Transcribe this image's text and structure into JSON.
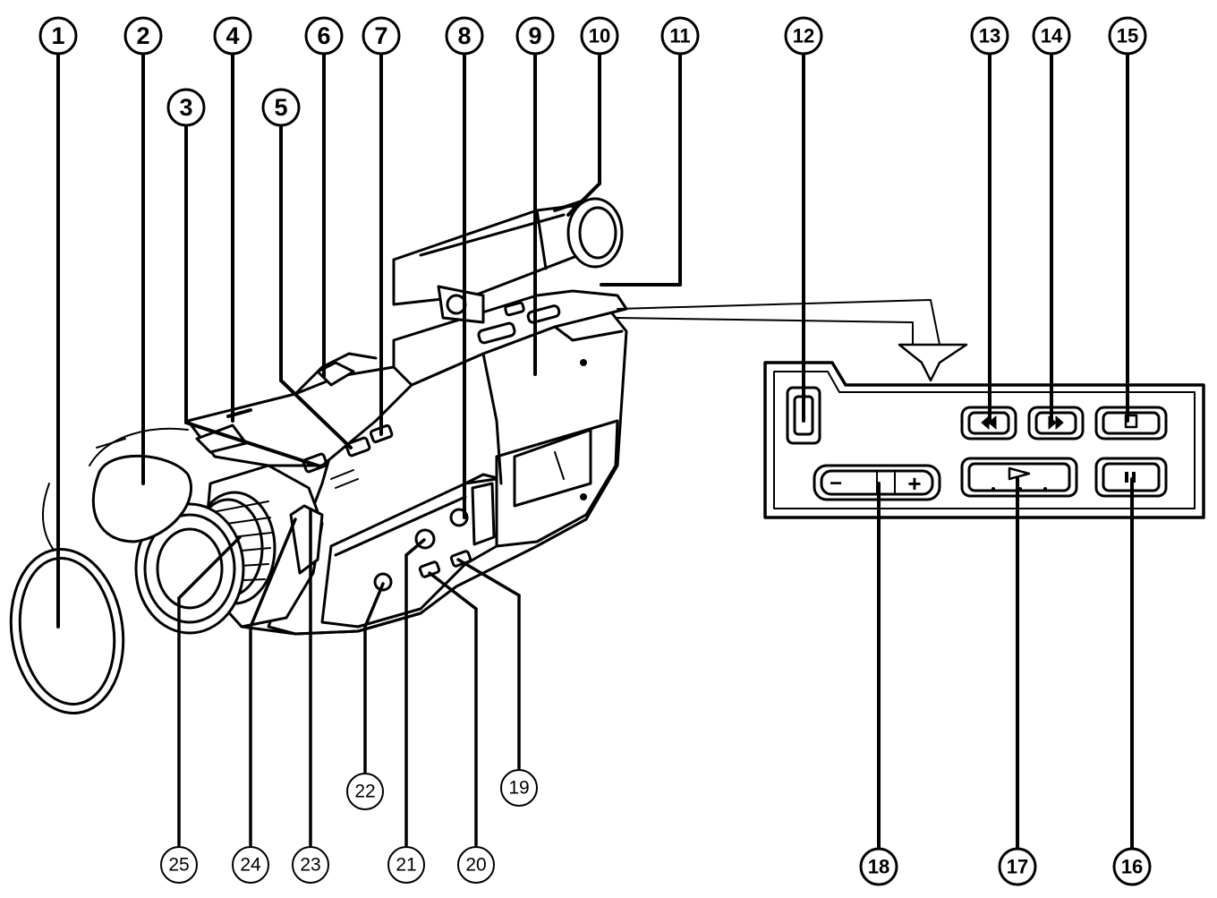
{
  "diagram": {
    "callouts": [
      {
        "id": 1,
        "label": "1"
      },
      {
        "id": 2,
        "label": "2"
      },
      {
        "id": 3,
        "label": "3"
      },
      {
        "id": 4,
        "label": "4"
      },
      {
        "id": 5,
        "label": "5"
      },
      {
        "id": 6,
        "label": "6"
      },
      {
        "id": 7,
        "label": "7"
      },
      {
        "id": 8,
        "label": "8"
      },
      {
        "id": 9,
        "label": "9"
      },
      {
        "id": 10,
        "label": "10"
      },
      {
        "id": 11,
        "label": "11"
      },
      {
        "id": 12,
        "label": "12"
      },
      {
        "id": 13,
        "label": "13"
      },
      {
        "id": 14,
        "label": "14"
      },
      {
        "id": 15,
        "label": "15"
      },
      {
        "id": 16,
        "label": "16"
      },
      {
        "id": 17,
        "label": "17"
      },
      {
        "id": 18,
        "label": "18"
      },
      {
        "id": 19,
        "label": "19"
      },
      {
        "id": 20,
        "label": "20"
      },
      {
        "id": 21,
        "label": "21"
      },
      {
        "id": 22,
        "label": "22"
      },
      {
        "id": 23,
        "label": "23"
      },
      {
        "id": 24,
        "label": "24"
      },
      {
        "id": 25,
        "label": "25"
      }
    ],
    "control_panel": {
      "minus_label": "−",
      "plus_label": "+",
      "rewind_icon": "rewind-icon",
      "fast_forward_icon": "fast-forward-icon",
      "stop_icon": "stop-icon",
      "play_icon": "play-icon",
      "pause_icon": "pause-icon"
    }
  }
}
